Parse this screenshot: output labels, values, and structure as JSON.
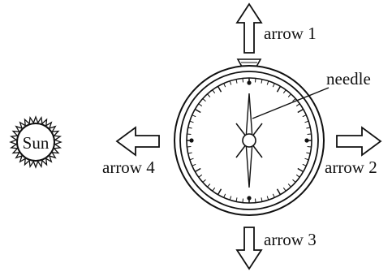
{
  "sun": {
    "label": "Sun"
  },
  "needle_label": "needle",
  "arrows": [
    {
      "label": "arrow 1",
      "direction": "up"
    },
    {
      "label": "arrow 2",
      "direction": "right"
    },
    {
      "label": "arrow 3",
      "direction": "down"
    },
    {
      "label": "arrow 4",
      "direction": "left"
    }
  ],
  "colors": {
    "stroke": "#111111",
    "fill": "#ffffff"
  }
}
